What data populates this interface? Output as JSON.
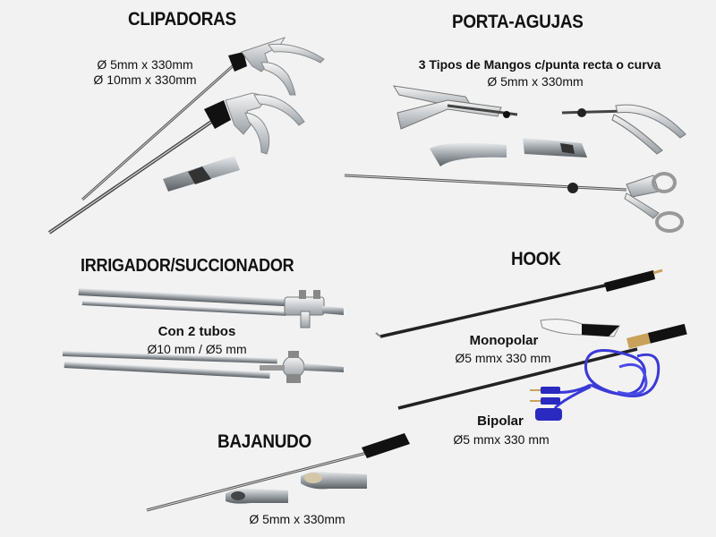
{
  "clipadoras": {
    "title": "CLIPADORAS",
    "spec_1": "Ø 5mm x 330mm",
    "spec_2": "Ø 10mm x 330mm"
  },
  "porta_agujas": {
    "title": "PORTA-AGUJAS",
    "subtitle": "3 Tipos de Mangos c/punta recta o curva",
    "spec": "Ø 5mm x 330mm"
  },
  "irrigador": {
    "title": "IRRIGADOR/SUCCIONADOR",
    "subtitle": "Con 2 tubos",
    "spec": "Ø10 mm / Ø5 mm"
  },
  "hook": {
    "title": "HOOK",
    "monopolar_label": "Monopolar",
    "monopolar_spec": "Ø5 mmx 330 mm",
    "bipolar_label": "Bipolar",
    "bipolar_spec": "Ø5 mmx 330 mm"
  },
  "bajanudo": {
    "title": "BAJANUDO",
    "spec": "Ø 5mm x 330mm"
  },
  "colors": {
    "background": "#f2f2f2",
    "steel": "#b8bcc0",
    "dark_steel": "#3a3a3a",
    "black_handle": "#111111",
    "blue_cable": "#3a3ad8"
  }
}
